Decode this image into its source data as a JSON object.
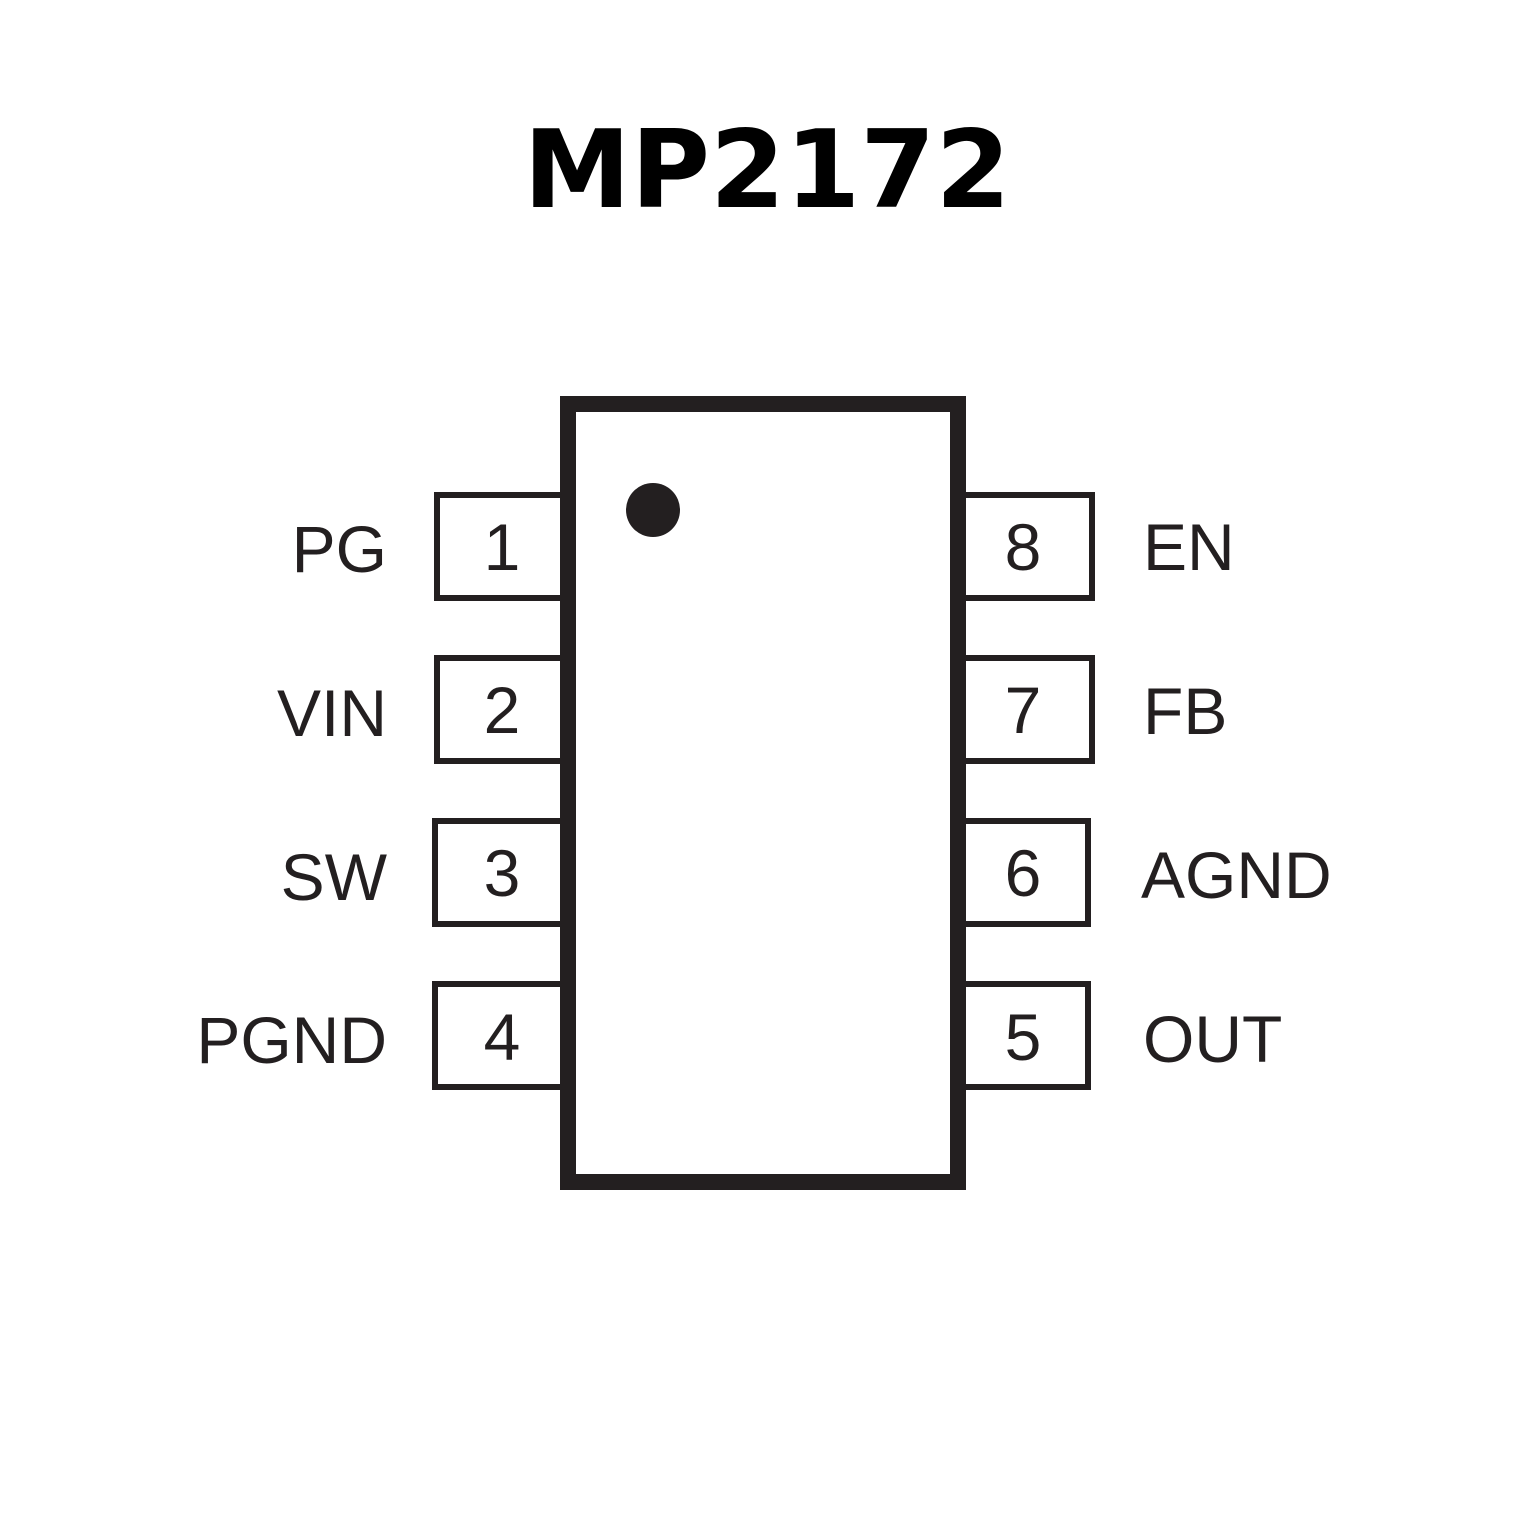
{
  "title": "MP2172",
  "chip": {
    "body_color": "#ffffff",
    "stroke_color": "#231f20",
    "pin1_marker": "pin-1-dot"
  },
  "pins": [
    {
      "number": "1",
      "label": "PG",
      "side": "left"
    },
    {
      "number": "2",
      "label": "VIN",
      "side": "left"
    },
    {
      "number": "3",
      "label": "SW",
      "side": "left"
    },
    {
      "number": "4",
      "label": "PGND",
      "side": "left"
    },
    {
      "number": "5",
      "label": "OUT",
      "side": "right"
    },
    {
      "number": "6",
      "label": "AGND",
      "side": "right"
    },
    {
      "number": "7",
      "label": "FB",
      "side": "right"
    },
    {
      "number": "8",
      "label": "EN",
      "side": "right"
    }
  ]
}
